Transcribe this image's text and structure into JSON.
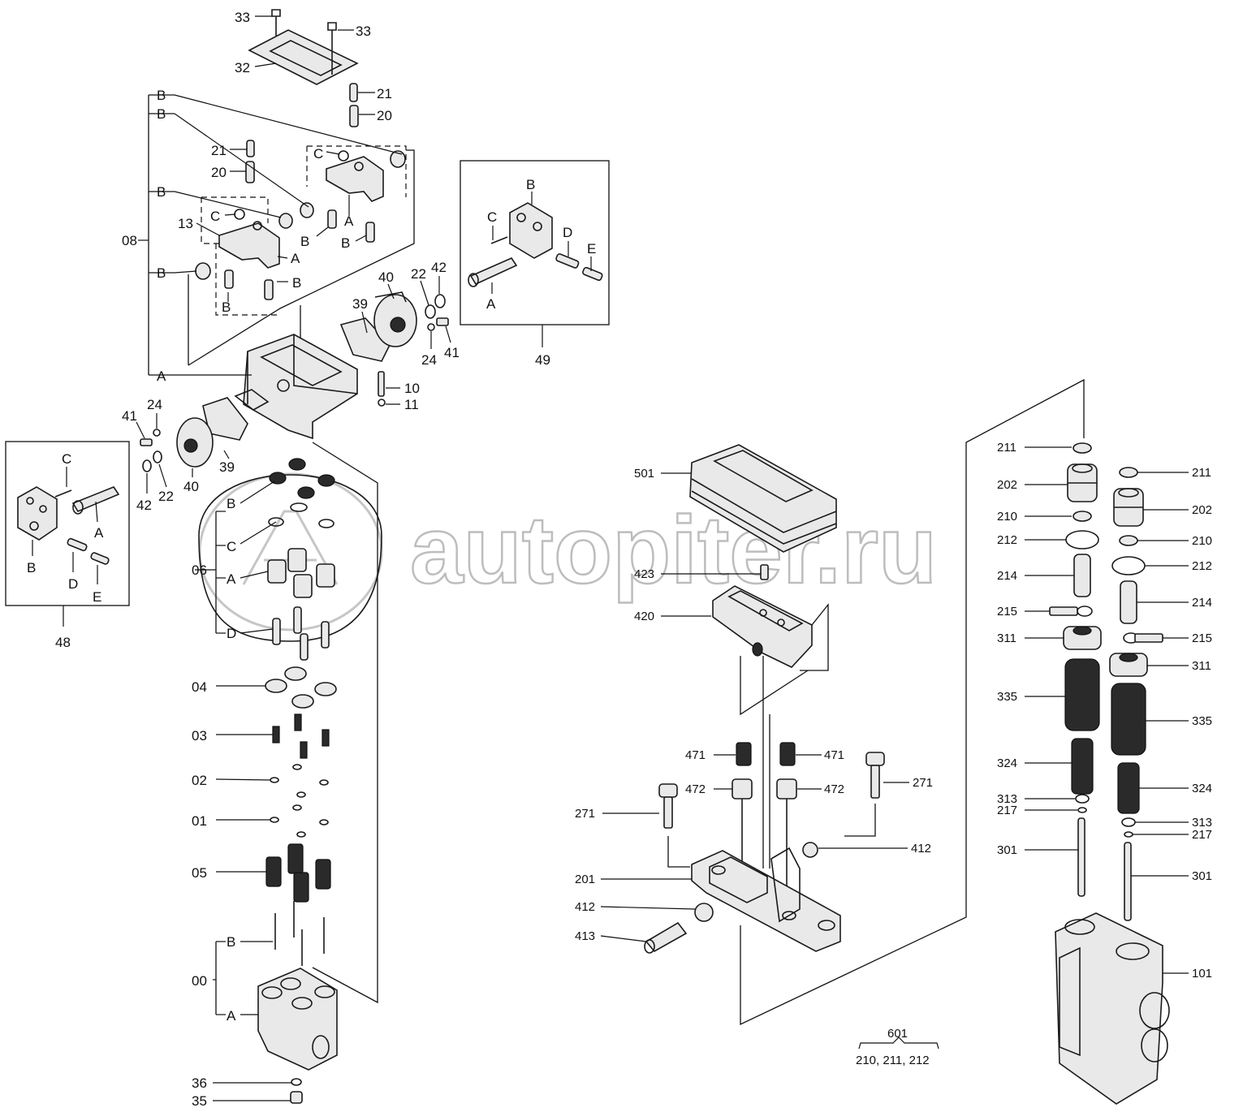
{
  "watermark": "autopiter.ru",
  "left_callouts": [
    {
      "id": "l33a",
      "text": "33"
    },
    {
      "id": "l33b",
      "text": "33"
    },
    {
      "id": "l32",
      "text": "32"
    },
    {
      "id": "l21a",
      "text": "21"
    },
    {
      "id": "l20a",
      "text": "20"
    },
    {
      "id": "l21b",
      "text": "21"
    },
    {
      "id": "l20b",
      "text": "20"
    },
    {
      "id": "lB1",
      "text": "B"
    },
    {
      "id": "lB2",
      "text": "B"
    },
    {
      "id": "lB3",
      "text": "B"
    },
    {
      "id": "lB4",
      "text": "B"
    },
    {
      "id": "l08",
      "text": "08"
    },
    {
      "id": "l13",
      "text": "13"
    },
    {
      "id": "lC1",
      "text": "C"
    },
    {
      "id": "lC2",
      "text": "C"
    },
    {
      "id": "lA1",
      "text": "A"
    },
    {
      "id": "lA2",
      "text": "A"
    },
    {
      "id": "lB5",
      "text": "B"
    },
    {
      "id": "lB6",
      "text": "B"
    },
    {
      "id": "lB7",
      "text": "B"
    },
    {
      "id": "lB8",
      "text": "B"
    },
    {
      "id": "lA3",
      "text": "A"
    },
    {
      "id": "l40a",
      "text": "40"
    },
    {
      "id": "l39a",
      "text": "39"
    },
    {
      "id": "l22a",
      "text": "22"
    },
    {
      "id": "l42a",
      "text": "42"
    },
    {
      "id": "l24a",
      "text": "24"
    },
    {
      "id": "l41a",
      "text": "41"
    },
    {
      "id": "l10",
      "text": "10"
    },
    {
      "id": "l11",
      "text": "11"
    },
    {
      "id": "l41b",
      "text": "41"
    },
    {
      "id": "l24b",
      "text": "24"
    },
    {
      "id": "l39b",
      "text": "39"
    },
    {
      "id": "l40b",
      "text": "40"
    },
    {
      "id": "l42b",
      "text": "42"
    },
    {
      "id": "l22b",
      "text": "22"
    },
    {
      "id": "l06",
      "text": "06"
    },
    {
      "id": "lB9",
      "text": "B"
    },
    {
      "id": "lC3",
      "text": "C"
    },
    {
      "id": "lA4",
      "text": "A"
    },
    {
      "id": "lD1",
      "text": "D"
    },
    {
      "id": "l04",
      "text": "04"
    },
    {
      "id": "l03",
      "text": "03"
    },
    {
      "id": "l02",
      "text": "02"
    },
    {
      "id": "l01",
      "text": "01"
    },
    {
      "id": "l05",
      "text": "05"
    },
    {
      "id": "l00",
      "text": "00"
    },
    {
      "id": "lB10",
      "text": "B"
    },
    {
      "id": "lA5",
      "text": "A"
    },
    {
      "id": "l36",
      "text": "36"
    },
    {
      "id": "l35",
      "text": "35"
    }
  ],
  "box49": {
    "title": "49",
    "labels": {
      "A": "A",
      "B": "B",
      "C": "C",
      "D": "D",
      "E": "E"
    }
  },
  "box48": {
    "title": "48",
    "labels": {
      "A": "A",
      "B": "B",
      "C": "C",
      "D": "D",
      "E": "E"
    }
  },
  "middle_callouts": [
    {
      "id": "m501",
      "text": "501"
    },
    {
      "id": "m423",
      "text": "423"
    },
    {
      "id": "m420",
      "text": "420"
    },
    {
      "id": "m471a",
      "text": "471"
    },
    {
      "id": "m471b",
      "text": "471"
    },
    {
      "id": "m472a",
      "text": "472"
    },
    {
      "id": "m472b",
      "text": "472"
    },
    {
      "id": "m271a",
      "text": "271"
    },
    {
      "id": "m271b",
      "text": "271"
    },
    {
      "id": "m412a",
      "text": "412"
    },
    {
      "id": "m412b",
      "text": "412"
    },
    {
      "id": "m201",
      "text": "201"
    },
    {
      "id": "m413",
      "text": "413"
    }
  ],
  "kit_601": {
    "title": "601",
    "items": "210, 211, 212"
  },
  "right_callouts": [
    {
      "id": "r211a",
      "text": "211"
    },
    {
      "id": "r202a",
      "text": "202"
    },
    {
      "id": "r210a",
      "text": "210"
    },
    {
      "id": "r212a",
      "text": "212"
    },
    {
      "id": "r214a",
      "text": "214"
    },
    {
      "id": "r215a",
      "text": "215"
    },
    {
      "id": "r311a",
      "text": "311"
    },
    {
      "id": "r335a",
      "text": "335"
    },
    {
      "id": "r324a",
      "text": "324"
    },
    {
      "id": "r313a",
      "text": "313"
    },
    {
      "id": "r217a",
      "text": "217"
    },
    {
      "id": "r301a",
      "text": "301"
    },
    {
      "id": "r211b",
      "text": "211"
    },
    {
      "id": "r202b",
      "text": "202"
    },
    {
      "id": "r210b",
      "text": "210"
    },
    {
      "id": "r212b",
      "text": "212"
    },
    {
      "id": "r214b",
      "text": "214"
    },
    {
      "id": "r215b",
      "text": "215"
    },
    {
      "id": "r311b",
      "text": "311"
    },
    {
      "id": "r335b",
      "text": "335"
    },
    {
      "id": "r324b",
      "text": "324"
    },
    {
      "id": "r313b",
      "text": "313"
    },
    {
      "id": "r217b",
      "text": "217"
    },
    {
      "id": "r301b",
      "text": "301"
    },
    {
      "id": "r101",
      "text": "101"
    }
  ]
}
